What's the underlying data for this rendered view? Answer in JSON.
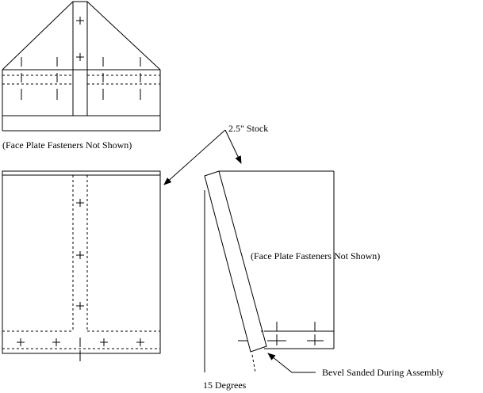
{
  "labels": {
    "stock": "2.5\" Stock",
    "fasteners_top": "(Face Plate Fasteners Not Shown)",
    "fasteners_side": "(Face Plate Fasteners Not Shown)",
    "bevel": "Bevel Sanded During Assembly",
    "angle": "15 Degrees"
  }
}
